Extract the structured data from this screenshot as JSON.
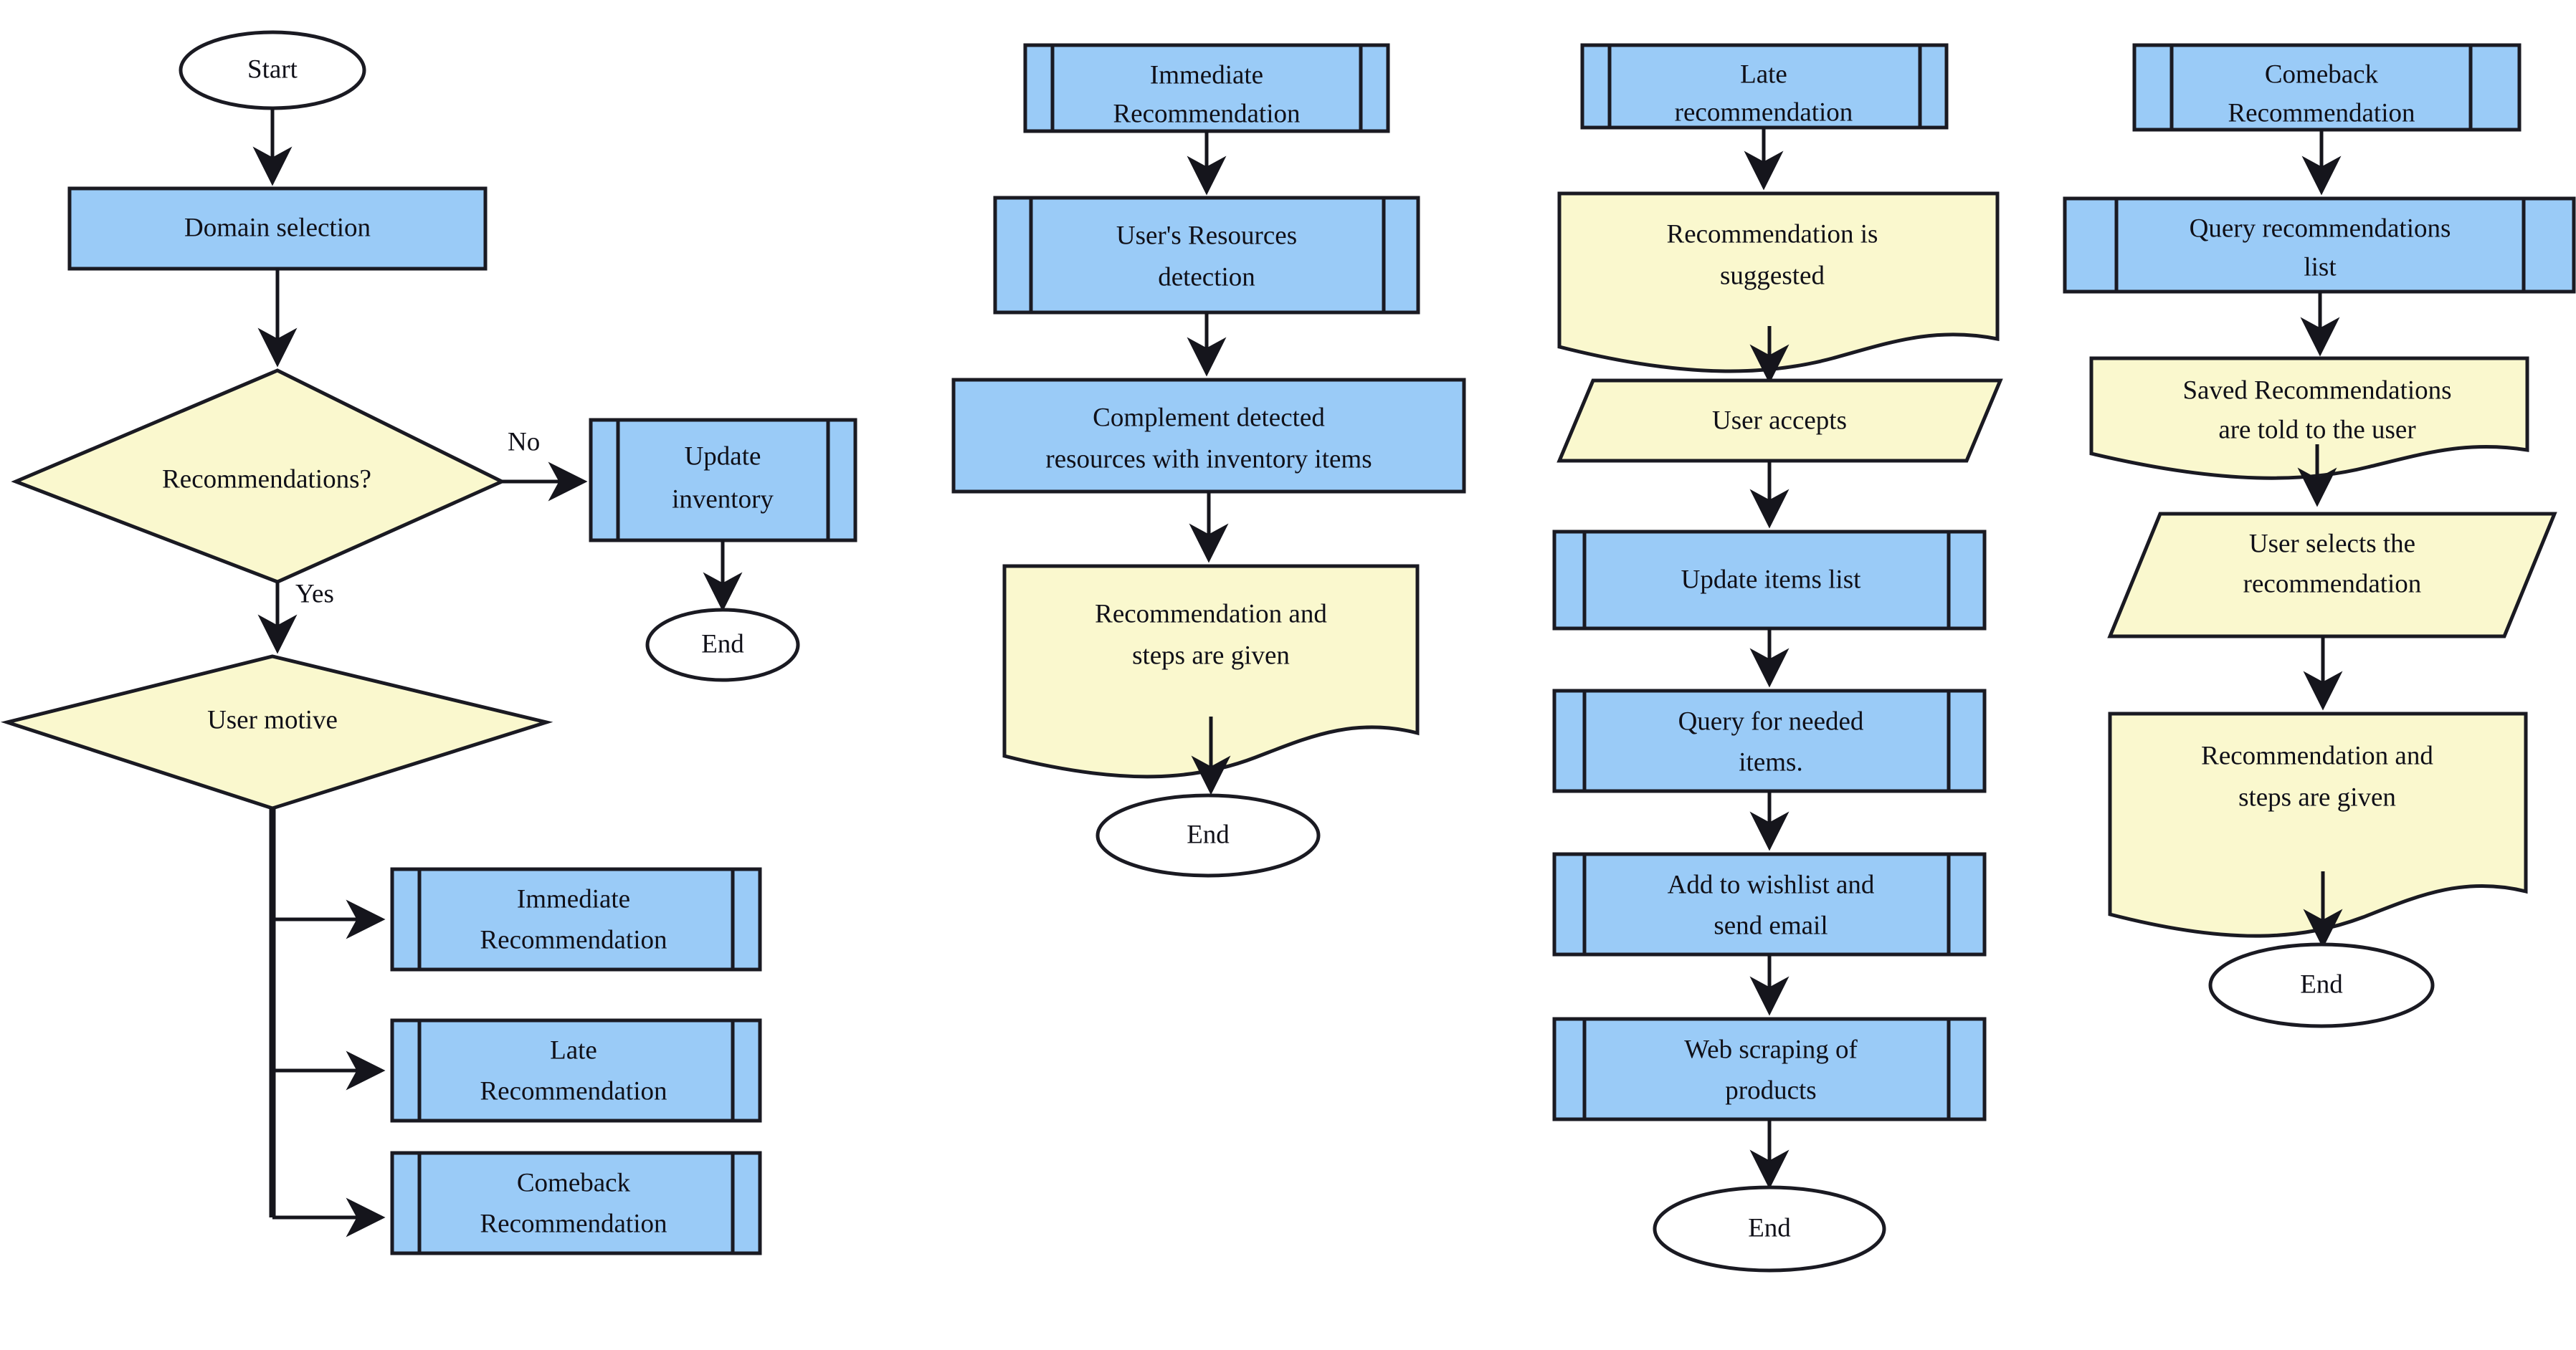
{
  "diagram": {
    "title": "Recommendation System Flowchart",
    "colors": {
      "process_fill": "#9ACBF7",
      "io_fill": "#FAF8CE",
      "terminator_fill": "#FFFFFF",
      "stroke": "#1A1A22",
      "background": "#FFFFFF"
    }
  },
  "columns": [
    {
      "id": "main-flow",
      "nodes": [
        {
          "id": "start",
          "shape": "terminator",
          "text_lines": [
            "Start"
          ]
        },
        {
          "id": "domain-selection",
          "shape": "process",
          "text_lines": [
            "Domain selection"
          ]
        },
        {
          "id": "recommendations",
          "shape": "decision",
          "text_lines": [
            "Recommendations?"
          ]
        },
        {
          "id": "update-inventory",
          "shape": "predefined-process",
          "text_lines": [
            "Update",
            "inventory"
          ]
        },
        {
          "id": "end-1",
          "shape": "terminator",
          "text_lines": [
            "End"
          ]
        },
        {
          "id": "user-motive",
          "shape": "decision",
          "text_lines": [
            "User motive"
          ]
        },
        {
          "id": "immediate-recommendation",
          "shape": "predefined-process",
          "text_lines": [
            "Immediate",
            "Recommendation"
          ]
        },
        {
          "id": "late-recommendation",
          "shape": "predefined-process",
          "text_lines": [
            "Late",
            "Recommendation"
          ]
        },
        {
          "id": "comeback-recommendation",
          "shape": "predefined-process",
          "text_lines": [
            "Comeback",
            "Recommendation"
          ]
        }
      ],
      "edge_labels": [
        {
          "id": "edge-no",
          "text": "No"
        },
        {
          "id": "edge-yes",
          "text": "Yes"
        }
      ]
    },
    {
      "id": "immediate-flow",
      "nodes": [
        {
          "id": "imm-start",
          "shape": "predefined-process",
          "text_lines": [
            "Immediate",
            "Recommendation"
          ]
        },
        {
          "id": "imm-detect",
          "shape": "predefined-process",
          "text_lines": [
            "User's Resources",
            "detection"
          ]
        },
        {
          "id": "imm-complem",
          "shape": "process",
          "text_lines": [
            "Complement detected",
            "resources with inventory items"
          ]
        },
        {
          "id": "imm-given",
          "shape": "document",
          "text_lines": [
            "Recommendation and",
            "steps are given"
          ]
        },
        {
          "id": "imm-end",
          "shape": "terminator",
          "text_lines": [
            "End"
          ]
        }
      ]
    },
    {
      "id": "late-flow",
      "nodes": [
        {
          "id": "late-start",
          "shape": "predefined-process",
          "text_lines": [
            "Late",
            "recommendation"
          ]
        },
        {
          "id": "late-suggested",
          "shape": "document",
          "text_lines": [
            "Recommendation is",
            "suggested"
          ]
        },
        {
          "id": "late-accepts",
          "shape": "data",
          "text_lines": [
            "User accepts"
          ]
        },
        {
          "id": "late-update",
          "shape": "predefined-process",
          "text_lines": [
            "Update items list"
          ]
        },
        {
          "id": "late-query",
          "shape": "predefined-process",
          "text_lines": [
            "Query for needed",
            "items."
          ]
        },
        {
          "id": "late-wishlist",
          "shape": "predefined-process",
          "text_lines": [
            "Add to wishlist and",
            "send email"
          ]
        },
        {
          "id": "late-scrape",
          "shape": "predefined-process",
          "text_lines": [
            "Web scraping of",
            "products"
          ]
        },
        {
          "id": "late-end",
          "shape": "terminator",
          "text_lines": [
            "End"
          ]
        }
      ]
    },
    {
      "id": "comeback-flow",
      "nodes": [
        {
          "id": "cb-start",
          "shape": "predefined-process",
          "text_lines": [
            "Comeback",
            "Recommendation"
          ]
        },
        {
          "id": "cb-query",
          "shape": "predefined-process",
          "text_lines": [
            "Query recommendations",
            "list"
          ]
        },
        {
          "id": "cb-saved",
          "shape": "document",
          "text_lines": [
            "Saved Recommendations",
            "are told to the user"
          ]
        },
        {
          "id": "cb-select",
          "shape": "data",
          "text_lines": [
            "User selects the",
            "recommendation"
          ]
        },
        {
          "id": "cb-given",
          "shape": "document",
          "text_lines": [
            "Recommendation and",
            "steps are given"
          ]
        },
        {
          "id": "cb-end",
          "shape": "terminator",
          "text_lines": [
            "End"
          ]
        }
      ]
    }
  ]
}
